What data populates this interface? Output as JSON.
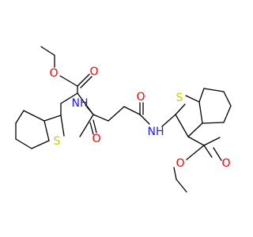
{
  "molecule": {
    "colors": {
      "bond": "#000000",
      "nitrogen": "#1f1fff",
      "oxygen": "#ff0000",
      "sulfur": "#cccc00"
    },
    "labels": {
      "o_ester_carbonyl_left": "O",
      "o_ester_ether_left": "O",
      "nh_left": "NH",
      "s_left": "S",
      "o_amide_left": "O",
      "o_amide_right": "O",
      "nh_right": "NH",
      "s_right": "S",
      "o_ester_carbonyl_right": "O",
      "o_ester_ether_right": "O"
    }
  }
}
